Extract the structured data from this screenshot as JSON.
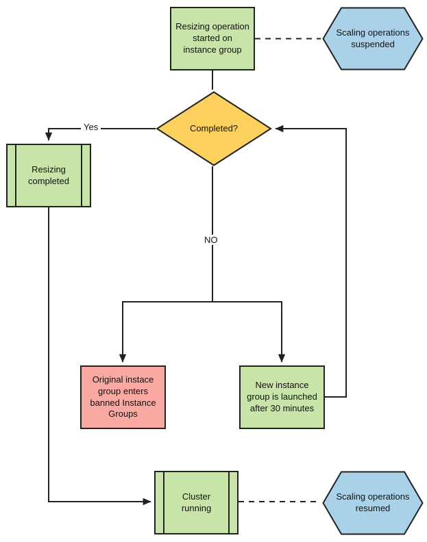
{
  "colors": {
    "process_green": "#c8e4a8",
    "decision_yellow": "#fbd05c",
    "warning_pink": "#f9a8a2",
    "terminator_blue": "#a9d2e9",
    "line": "#212121",
    "text": "#111111",
    "canvas_background": "#ffffff"
  },
  "nodes": {
    "resizing_started": {
      "label": "Resizing operation\nstarted on\ninstance group",
      "shape": "process"
    },
    "scaling_suspended": {
      "label": "Scaling operations\nsuspended",
      "shape": "hexagon"
    },
    "completed_decision": {
      "label": "Completed?",
      "shape": "decision"
    },
    "resizing_completed": {
      "label": "Resizing\ncompleted",
      "shape": "predefined_process"
    },
    "original_instance_group": {
      "label": "Original instace\ngroup enters\nbanned Instance\nGroups",
      "shape": "process"
    },
    "new_instance_group": {
      "label": "New instance\ngroup is launched\nafter 30 minutes",
      "shape": "process"
    },
    "cluster_running": {
      "label": "Cluster\nrunning",
      "shape": "predefined_process"
    },
    "scaling_resumed": {
      "label": "Scaling operations\nresumed",
      "shape": "hexagon"
    }
  },
  "edge_labels": {
    "yes": "Yes",
    "no": "NO"
  }
}
